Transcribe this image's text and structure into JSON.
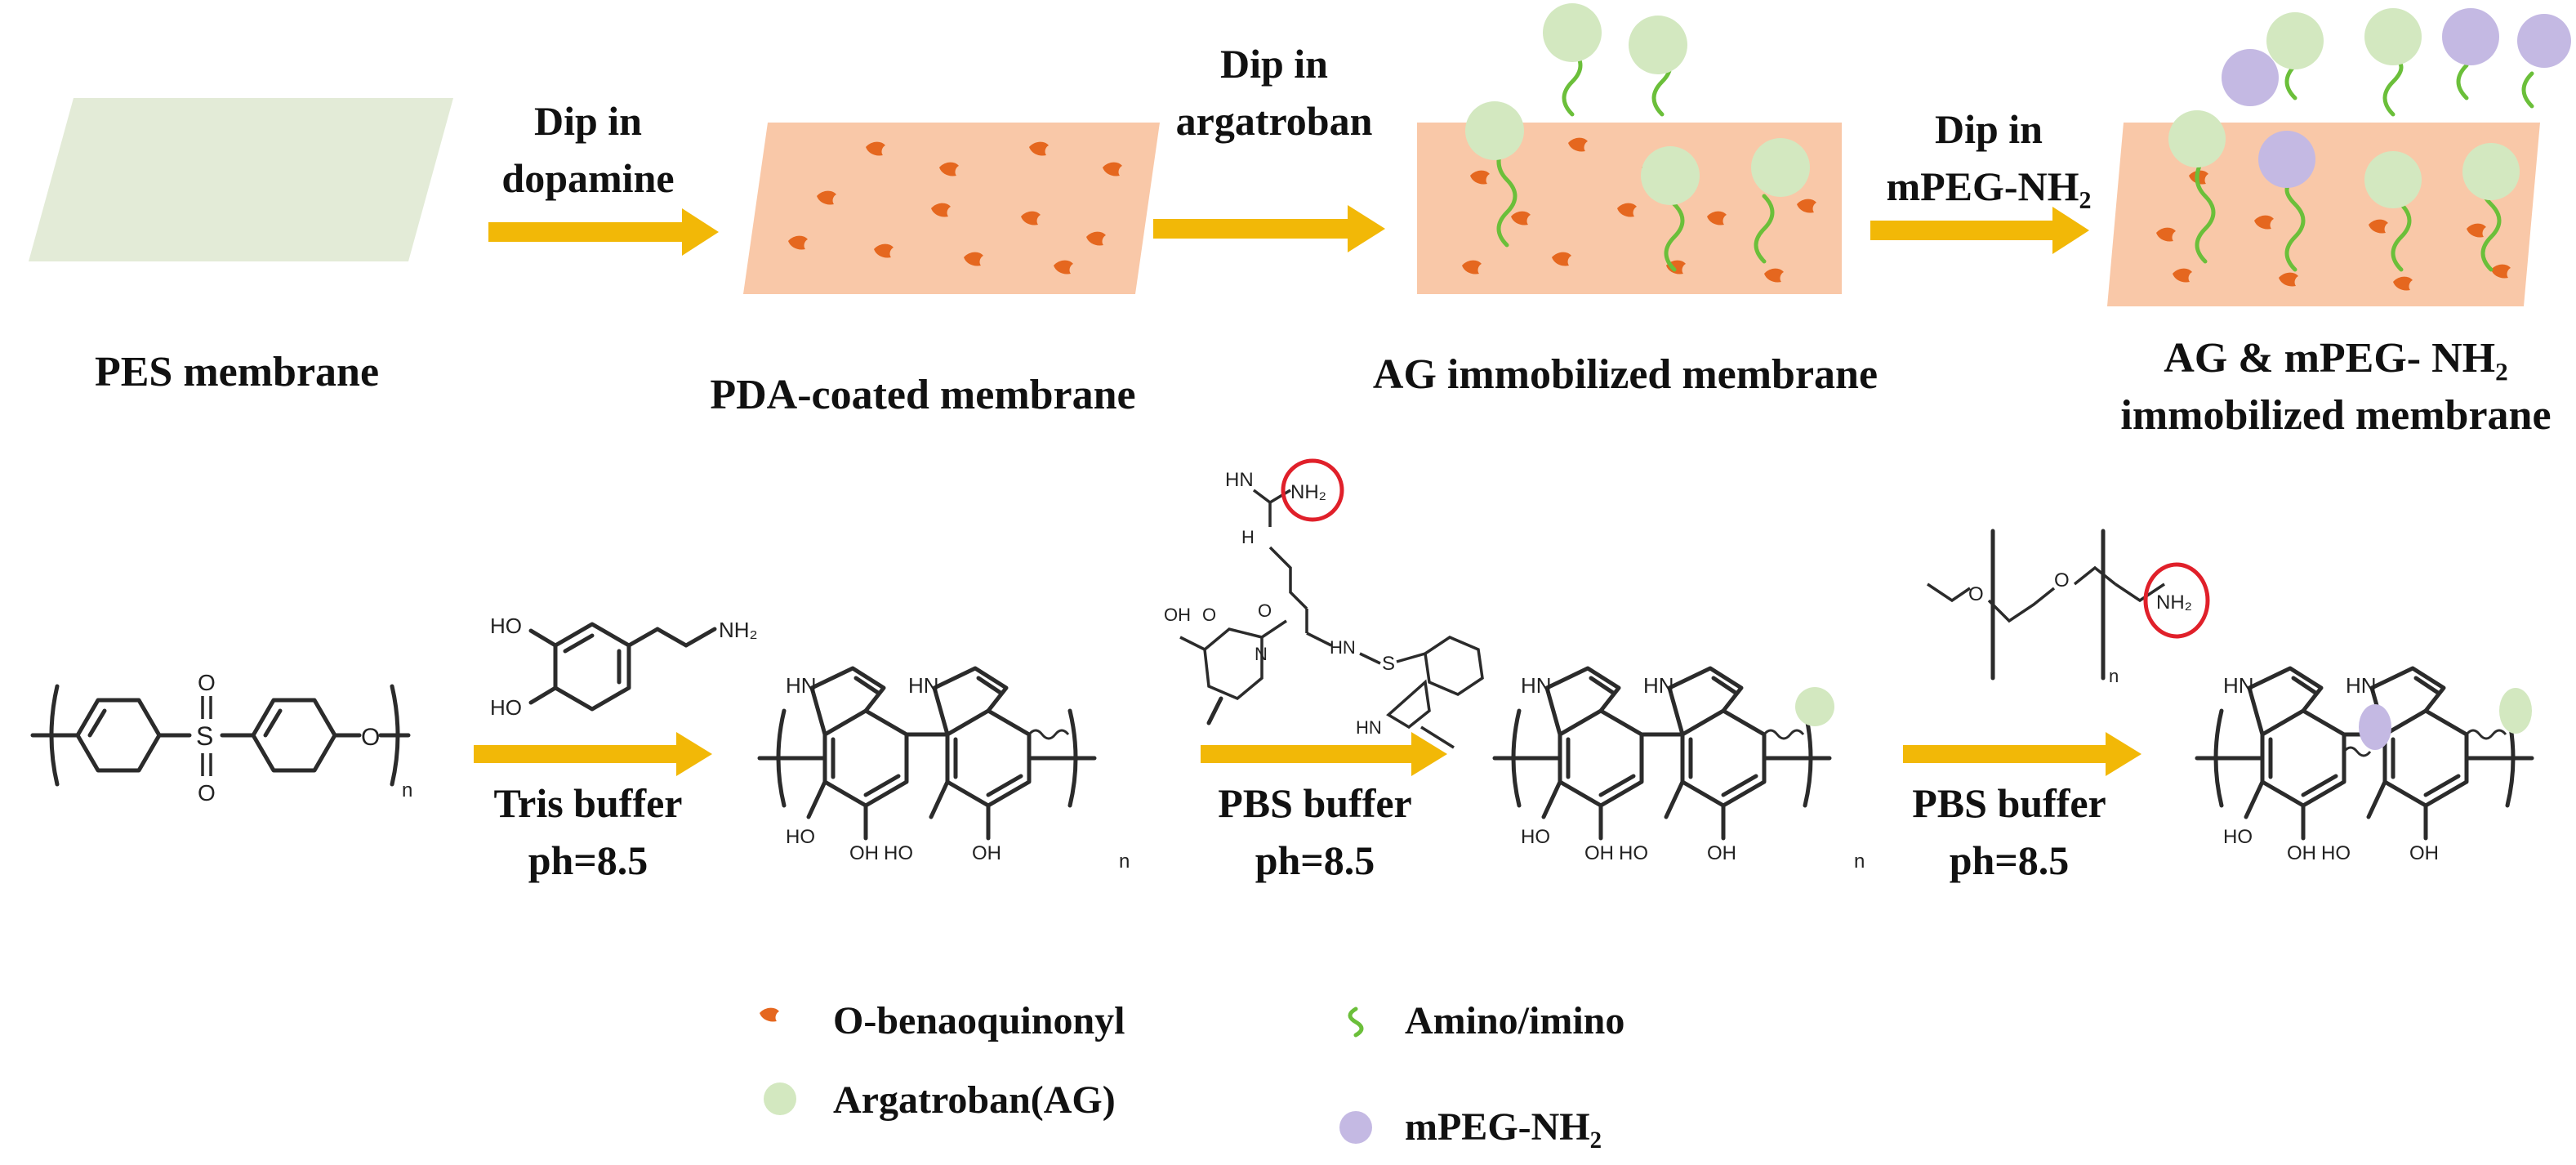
{
  "colors": {
    "arrow": "#f2b807",
    "pes_sheet": "#e3ebd7",
    "coated_sheet": "#f9c8a8",
    "quinonyl": "#e5671f",
    "amino_chain": "#6bbf3a",
    "argatroban": "#d3e8c0",
    "mpeg": "#c4b9e3",
    "highlight_circle": "#e0202a"
  },
  "icons": [
    "o-benzoquinonyl-mark-icon",
    "amino-imino-chain-icon",
    "argatroban-ball-icon",
    "mpeg-ball-icon"
  ],
  "top_row": {
    "steps": [
      {
        "line1": "Dip in",
        "line2": "dopamine"
      },
      {
        "line1": "Dip in",
        "line2": "argatroban"
      },
      {
        "line1": "Dip in",
        "line2": "mPEG-NH₂"
      }
    ],
    "membranes": [
      {
        "label": "PES membrane"
      },
      {
        "label": "PDA-coated membrane"
      },
      {
        "label": "AG immobilized membrane"
      },
      {
        "label_line1": "AG & mPEG- NH₂",
        "label_line2": "immobilized membrane"
      }
    ]
  },
  "bottom_row": {
    "conditions": [
      {
        "buffer": "Tris buffer",
        "ph": "ph=8.5"
      },
      {
        "buffer": "PBS buffer",
        "ph": "ph=8.5"
      },
      {
        "buffer": "PBS buffer",
        "ph": "ph=8.5"
      }
    ],
    "atoms": {
      "o": "O",
      "s": "S",
      "n": "n",
      "ho": "HO",
      "oh": "OH",
      "hn": "HN",
      "nh2": "NH₂",
      "nh": "NH",
      "h": "H",
      "hn2": "HN",
      "n2": "N"
    }
  },
  "legend": {
    "quinonyl": "O-benaoquinonyl",
    "amino": "Amino/imino",
    "argatroban": "Argatroban(AG)",
    "mpeg": "mPEG-NH₂"
  }
}
